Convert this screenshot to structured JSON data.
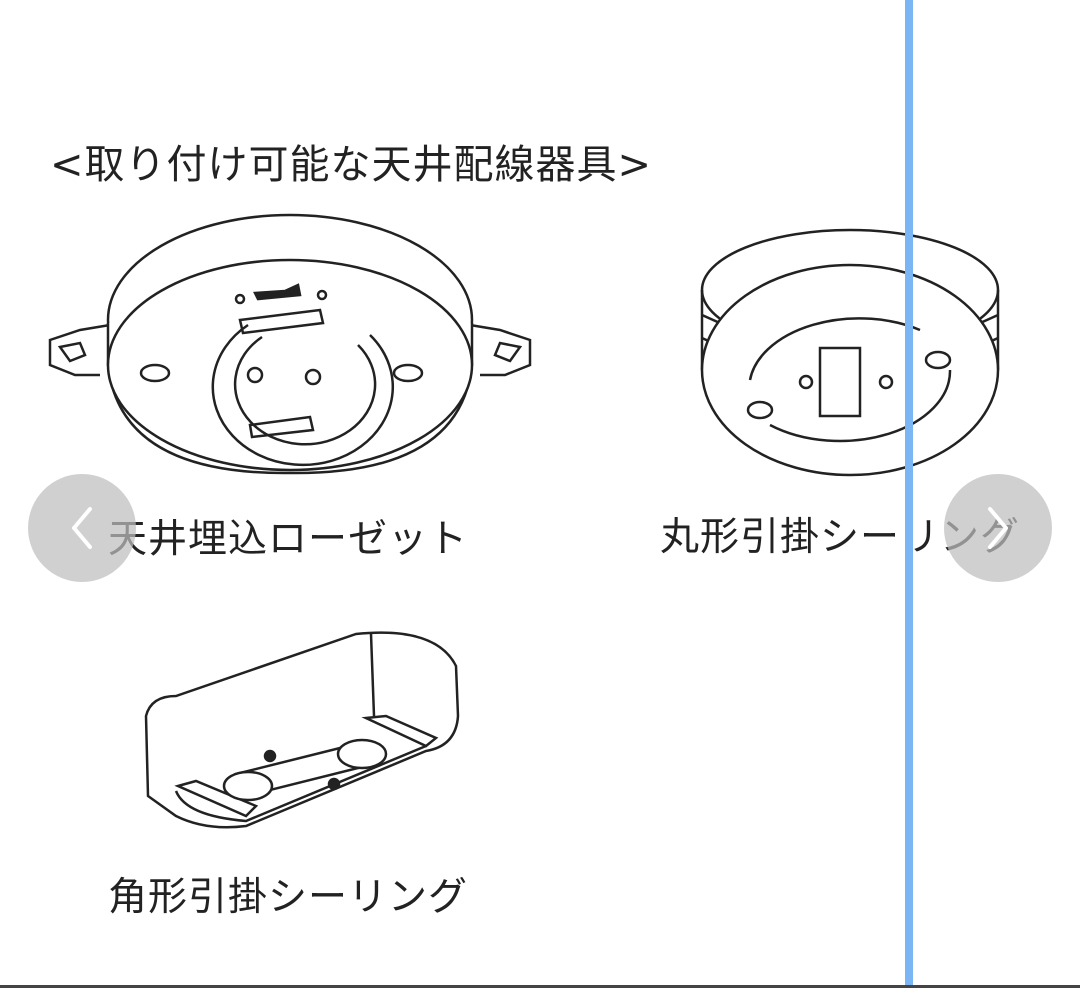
{
  "page": {
    "heading": "<取り付け可能な天井配線器具>",
    "items": {
      "embedded_rosette": {
        "label": "天井埋込ローゼット"
      },
      "round_hook": {
        "label": "丸形引掛シーリング"
      },
      "square_hook": {
        "label": "角形引掛シーリング"
      }
    }
  },
  "navigation": {
    "prev_icon": "chevron-left-icon",
    "next_icon": "chevron-right-icon"
  },
  "colors": {
    "divider": "#7ab6f3",
    "nav_button_bg": "#bebebe",
    "line_art": "#222222"
  }
}
